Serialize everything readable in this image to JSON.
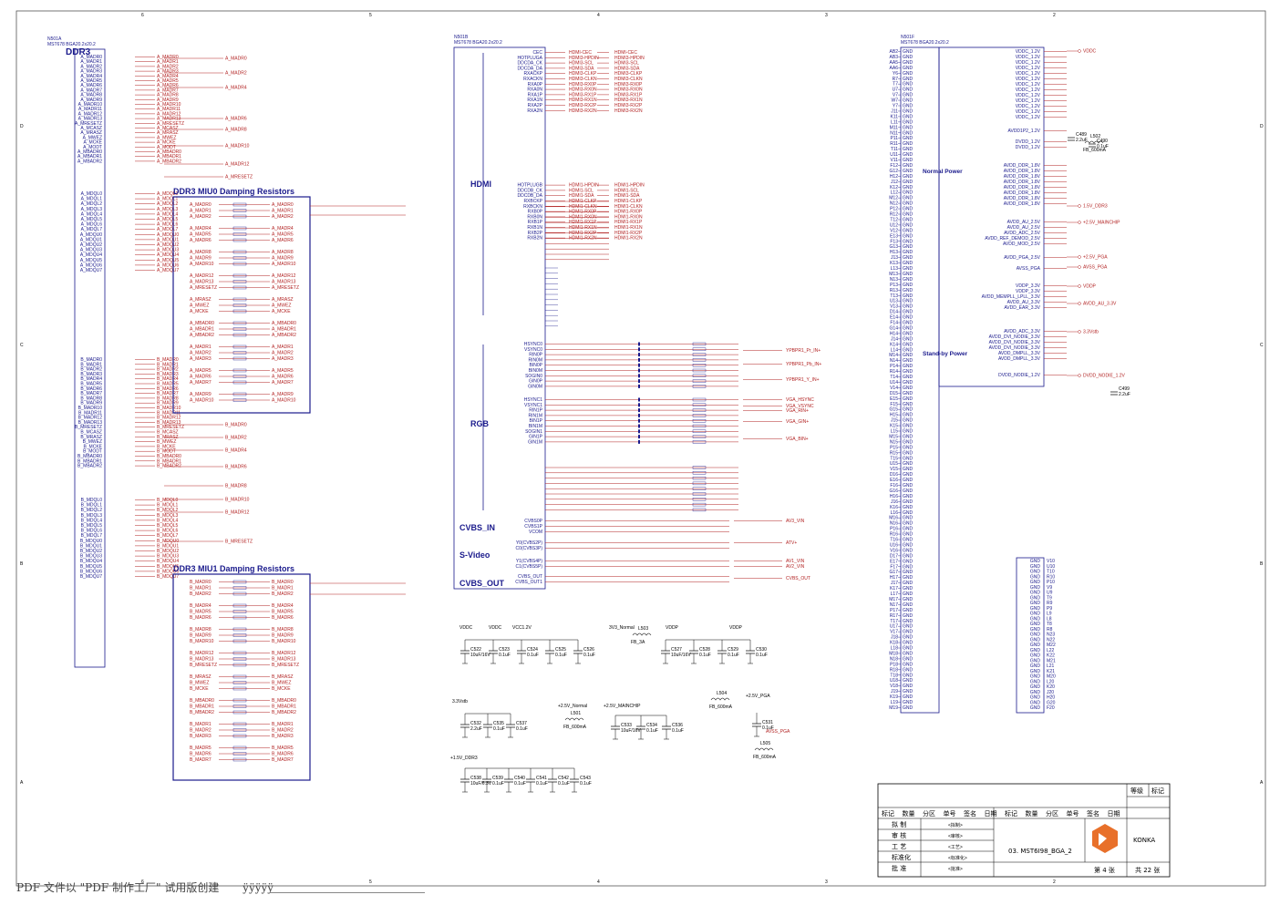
{
  "parts": {
    "a": {
      "ref": "N501A",
      "part": "MST678 BGA20.2x20.2",
      "name": "DDR3"
    },
    "b": {
      "ref": "N501B",
      "part": "MST678 BGA20.2x20.2"
    },
    "f": {
      "ref": "N501F",
      "part": "MST678 BGA20.2x20.2"
    }
  },
  "section_titles": {
    "miu0": "DDR3 MIU0 Damping Resistors",
    "miu1": "DDR3 MIU1 Damping Resistors",
    "hdmi": "HDMI",
    "rgb": "RGB",
    "cvbs_in": "CVBS_IN",
    "svideo": "S-Video",
    "cvbs_out": "CVBS_OUT",
    "normal_power": "Normal Power",
    "standby_power": "Stand-by Power"
  },
  "ddr3_pins_a": [
    "A_MADR0",
    "A_MADR1",
    "A_MADR2",
    "A_MADR3",
    "A_MADR4",
    "A_MADR5",
    "A_MADR6",
    "A_MADR7",
    "A_MADR8",
    "A_MADR9",
    "A_MADR10",
    "A_MADR11",
    "A_MADR12",
    "A_MADR13",
    "A_MRESETZ",
    "A_MCASZ",
    "A_MRASZ",
    "A_MWEZ",
    "A_MCKE",
    "A_MODT",
    "A_MBADR0",
    "A_MBADR1",
    "A_MBADR2"
  ],
  "ddr3_dq_a": [
    "A_MDQL0",
    "A_MDQL1",
    "A_MDQL2",
    "A_MDQL3",
    "A_MDQL4",
    "A_MDQL5",
    "A_MDQL6",
    "A_MDQL7",
    "A_MDQU0",
    "A_MDQU1",
    "A_MDQU2",
    "A_MDQU3",
    "A_MDQU4",
    "A_MDQU5",
    "A_MDQU6",
    "A_MDQU7"
  ],
  "ddr3_pins_b": [
    "B_MADR0",
    "B_MADR1",
    "B_MADR2",
    "B_MADR3",
    "B_MADR4",
    "B_MADR5",
    "B_MADR6",
    "B_MADR7",
    "B_MADR8",
    "B_MADR9",
    "B_MADR10",
    "B_MADR11",
    "B_MADR12",
    "B_MADR13",
    "B_MRESETZ",
    "B_MCASZ",
    "B_MRASZ",
    "B_MWEZ",
    "B_MCKE",
    "B_MODT",
    "B_MBADR0",
    "B_MBADR1",
    "B_MBADR2"
  ],
  "ddr3_dq_b": [
    "B_MDQL0",
    "B_MDQL1",
    "B_MDQL2",
    "B_MDQL3",
    "B_MDQL4",
    "B_MDQL5",
    "B_MDQL6",
    "B_MDQL7",
    "B_MDQU0",
    "B_MDQU1",
    "B_MDQU2",
    "B_MDQU3",
    "B_MDQU4",
    "B_MDQU5",
    "B_MDQU6",
    "B_MDQU7"
  ],
  "hdmi_pins": [
    "CEC",
    "HOTPLUGA",
    "DDCDA_CK",
    "DDCDA_DA",
    "RXACKP",
    "RXACKN",
    "RXA0P",
    "RXA0N",
    "RXA1P",
    "RXA1N",
    "RXA2P",
    "RXA2N",
    "HOTPLUGB",
    "DDCDB_CK",
    "DDCDB_DA",
    "RXBCKP",
    "RXBCKN",
    "RXB0P",
    "RXB0N",
    "RXB1P",
    "RXB1N",
    "RXB2P",
    "RXB2N"
  ],
  "hdmi_nets": [
    "HDMI-CEC",
    "HDMI3-HPDIN",
    "HDMI3-SCL",
    "HDMI3-SDA",
    "HDMI3-CLKP",
    "HDMI3-CLKN",
    "HDMI3-RX0P",
    "HDMI3-RX0N",
    "HDMI3-RX1P",
    "HDMI3-RX1N",
    "HDMI3-RX2P",
    "HDMI3-RX2N",
    "HDMI1-HPDIN",
    "HDMI1-SCL",
    "HDMI1-SDA",
    "HDMI1-CLKP",
    "HDMI1-CLKN",
    "HDMI1-RX0P",
    "HDMI1-RX0N",
    "HDMI1-RX1P",
    "HDMI1-RX1N",
    "HDMI1-RX2P",
    "HDMI1-RX2N"
  ],
  "rgb_pins": [
    "HSYNC0",
    "VSYNC0",
    "RIN0P",
    "RIN0M",
    "BIN0P",
    "BIN0M",
    "SOGIN0",
    "GIN0P",
    "GIN0M",
    "HSYNC1",
    "VSYNC1",
    "RIN1P",
    "RIN1M",
    "BIN1P",
    "BIN1M",
    "SOGIN1",
    "GIN1P",
    "GIN1M"
  ],
  "rgb_nets": [
    "YPBPR1_Pr_IN+",
    "YPBPR1_Pb_IN+",
    "YPBPR1_Y_IN+",
    "VGA_HSYNC",
    "VGA_VSYNC",
    "VGA_RIN+",
    "VGA_GIN+",
    "VGA_BIN+"
  ],
  "cvbs": [
    "CVBS0P",
    "CVBS1P",
    "VCOM",
    "Y0(CVBS2P)",
    "C0(CVBS3P)",
    "Y1(CVBS4P)",
    "C1(CVBS5P)",
    "CVBS_OUT",
    "CVBS_OUT1"
  ],
  "cvbs_nets": [
    "AV3_VIN",
    "ATV+",
    "AV1_VIN",
    "AV2_VIN",
    "CVBS_OUT"
  ],
  "power_pins": [
    "VDDC_1.2V",
    "AVDD1P2_1.2V",
    "DVDD_1.2V",
    "AVDD_DDR_1.8V",
    "AVDD_AU_2.5V",
    "AVDD_ADC_2.5V",
    "AVDD_REF_DEMOD_2.5V",
    "AVDD_MOD_2.5V",
    "AVDD_PGA_2.5V",
    "AVSS_PGA",
    "VDDP_3.3V",
    "AVDD_MEMPLL_LPLL_3.3V",
    "AVDD_AU_3.3V",
    "AVDD_EAR_3.3V",
    "AVDD_ADC_3.3V",
    "AVDD_DVI_NODIE_3.3V",
    "AVDD_DMPLL_3.3V",
    "DVDD_NODIE_1.2V"
  ],
  "power_nets": [
    "VDDC",
    "1.5V_DDR3",
    "+2.5V_MAINCHIP",
    "+2.5V_PGA",
    "AVSS_PGA",
    "VDDP",
    "AVDD_AU_3.3V",
    "3.3Vstb",
    "DVDD_NODIE_1.2V"
  ],
  "gnd_label": "GND",
  "caps_row1_nets": [
    "VDDC",
    "VDDC",
    "VCC1.2V",
    "3V3_Normal",
    "VDDP",
    "VDDP"
  ],
  "caps_row1": [
    "C522 10uF/16V",
    "C523 0.1uF",
    "C524 0.1uF",
    "C525 0.1uF",
    "C526 0.1uF",
    "C527 10uF/16V",
    "C528 0.1uF",
    "C529 0.1uF",
    "C530 0.1uF"
  ],
  "caps_row2": [
    "C532 2.2uF",
    "C535 0.1uF",
    "C537 0.1uF",
    "C533 10uF/16V",
    "C534 0.1uF",
    "C536 0.1uF",
    "C531 0.1uF"
  ],
  "caps_row3": [
    "C538 10uF/6.3V",
    "C539 0.1uF",
    "C540 0.1uF",
    "C541 0.1uF",
    "C542 0.1uF",
    "C543 0.1uF"
  ],
  "beads": [
    "L503 FB_3A",
    "L501 FB_600mA",
    "L504 FB_600mA",
    "L505 FB_600mA",
    "L502 FB_600mA"
  ],
  "rail_labels": [
    "3.3Vstb",
    "+2.5V_Normal",
    "+2.5V_MAINCHIP",
    "+2.5V_PGA",
    "+1.5V_DDR3",
    "AVSS_PGA"
  ],
  "title_block": {
    "grade": "等级",
    "mark": "标记",
    "header": [
      "标记",
      "数量",
      "分区",
      "单号",
      "签名",
      "日期",
      "标记",
      "数量",
      "分区",
      "单号",
      "签名",
      "日期"
    ],
    "rows": [
      {
        "role": "拟 制",
        "value": "<拟制>"
      },
      {
        "role": "审 核",
        "value": "<审核>"
      },
      {
        "role": "工 艺",
        "value": "<工艺>"
      },
      {
        "role": "标准化",
        "value": "<标准化>"
      },
      {
        "role": "批 准",
        "value": "<批准>"
      }
    ],
    "drawing": "03. MST6I98_BGA_2",
    "company": "KONKA",
    "sheet": "第 4 张",
    "total": "共 22 张"
  },
  "footer": "PDF 文件以 \"PDF 制作工厂\" 试用版创建",
  "footer_tail": "ÿÿÿÿÿ",
  "colors": {
    "wire": "#b22222",
    "ink": "#1a1a8c",
    "box": "#1a1a8c"
  }
}
